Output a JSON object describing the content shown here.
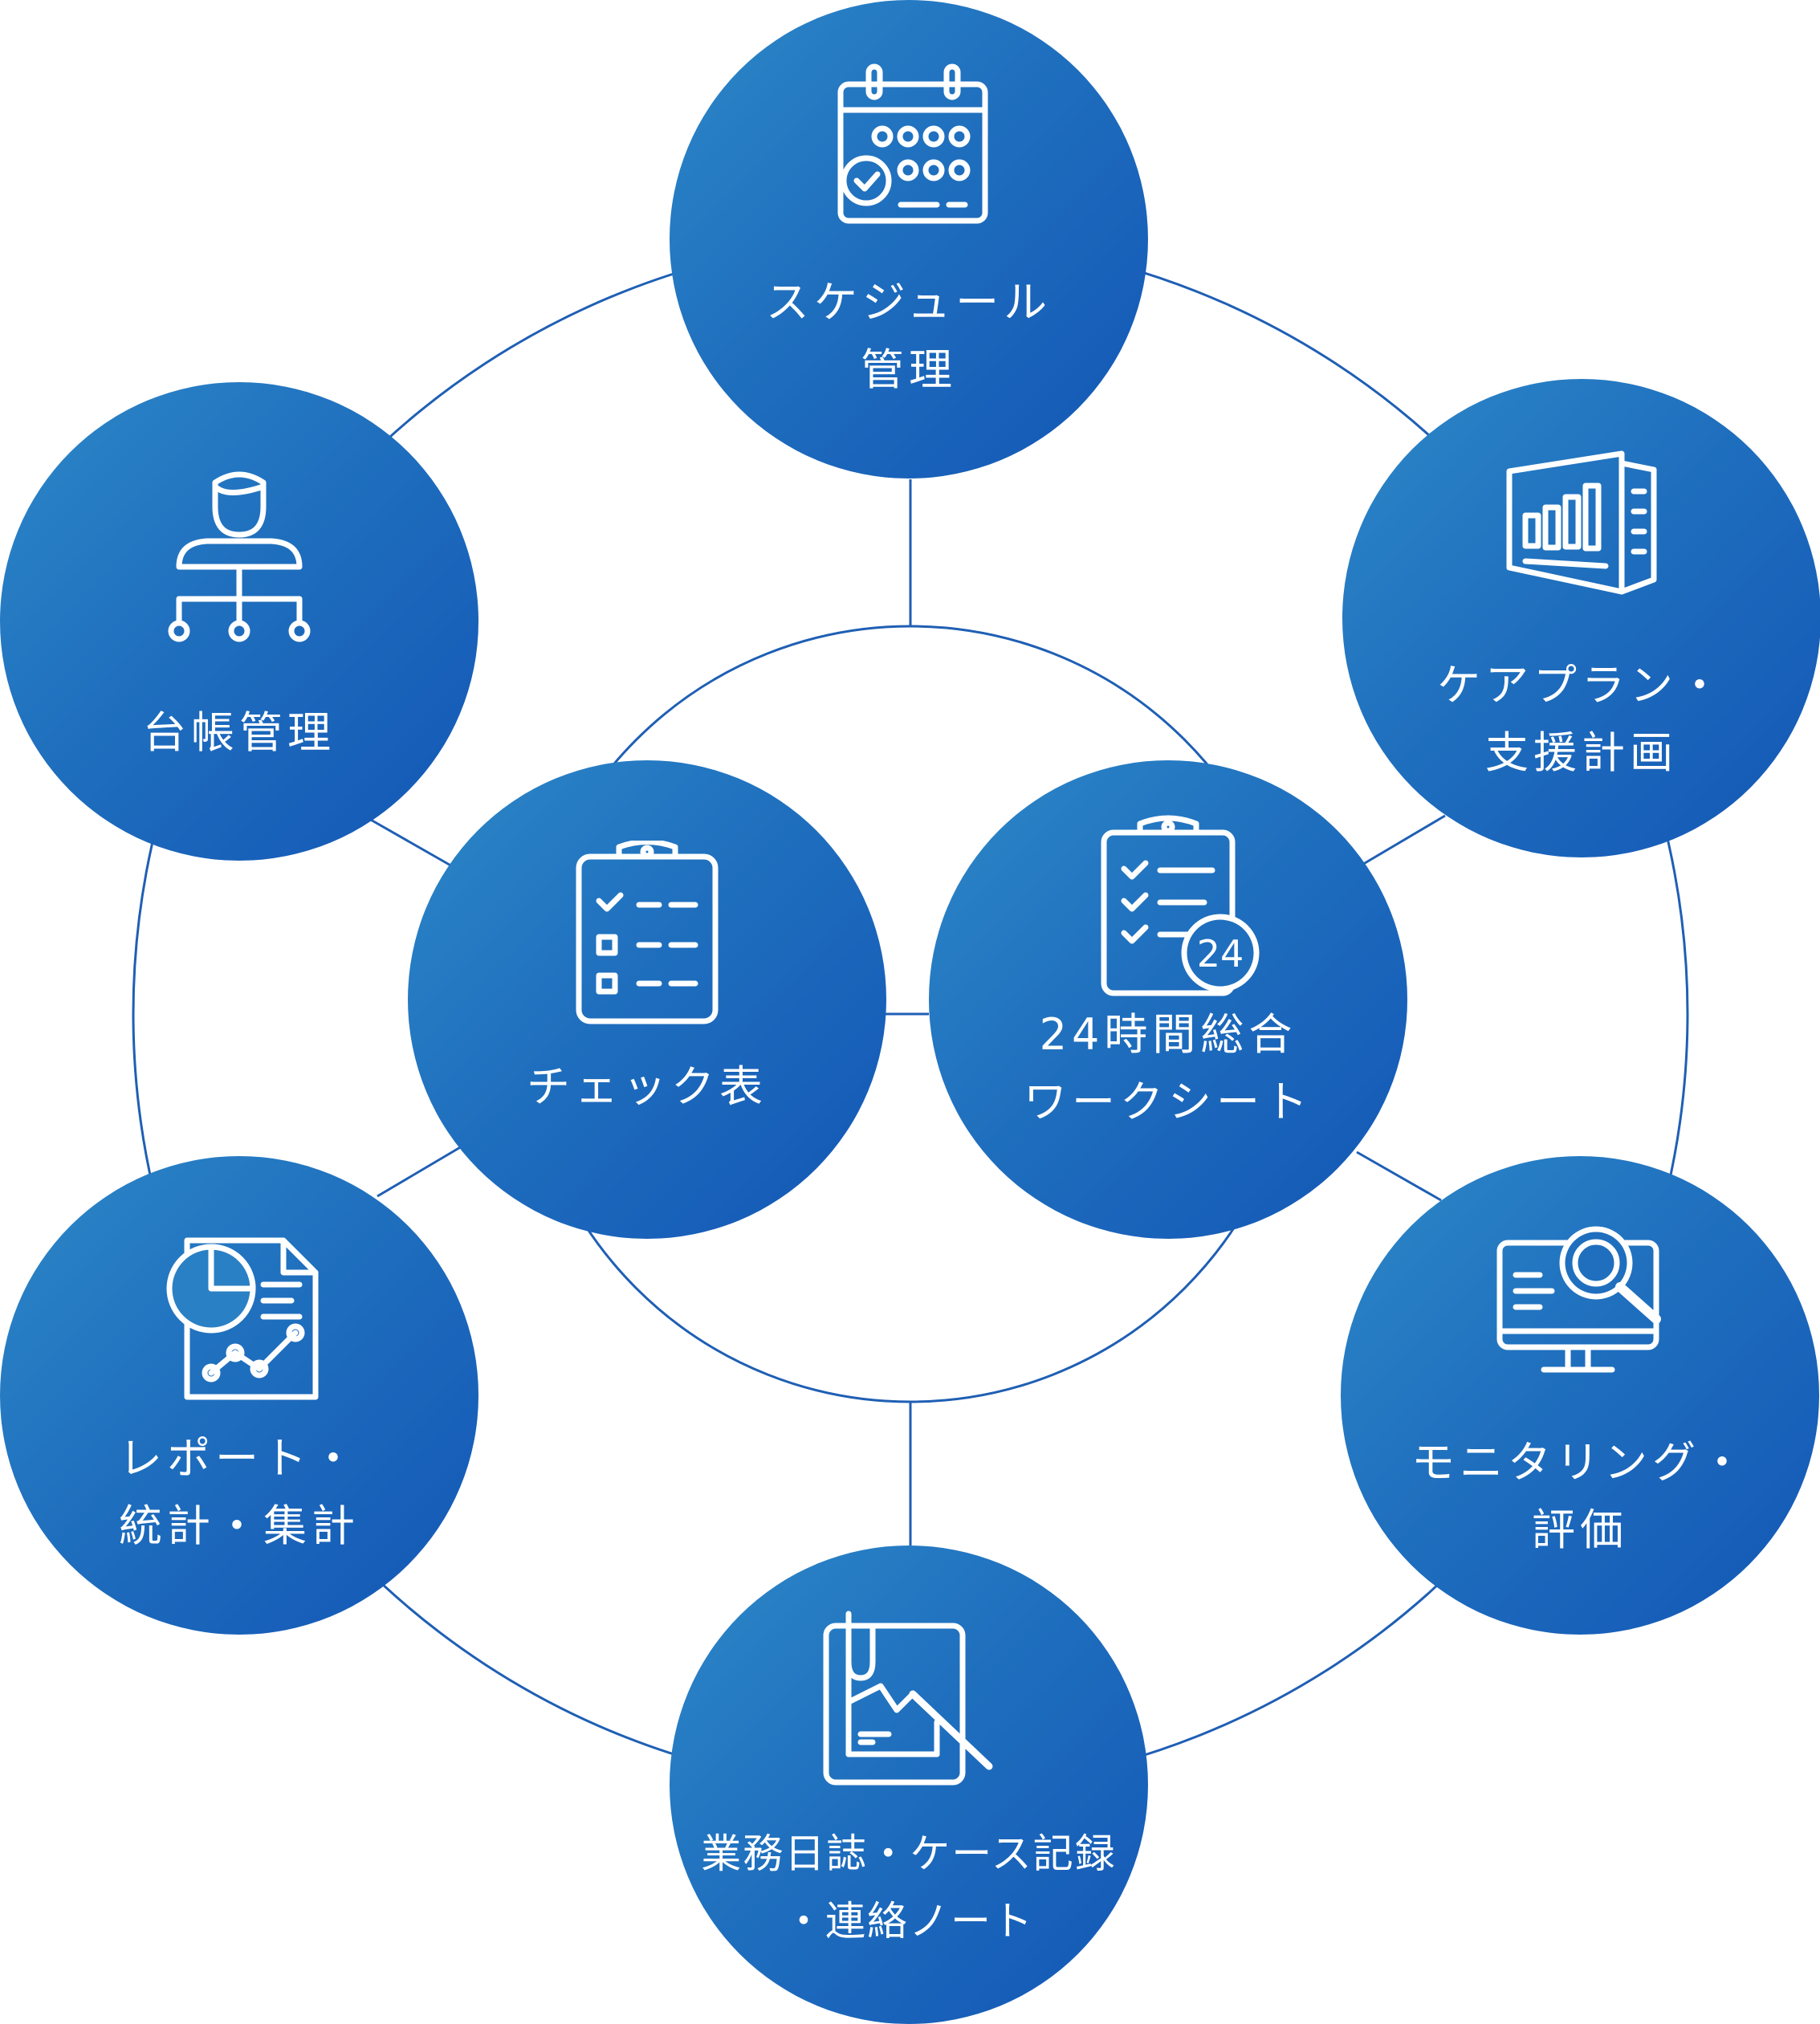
{
  "colors": {
    "line": "#1f5fb4",
    "node_start": "#2d88c8",
    "node_end": "#1356b6",
    "text": "#ffffff"
  },
  "nodes": [
    {
      "key": "schedule",
      "icon": "calendar-check-icon",
      "lines": [
        "スケジュール",
        "管理"
      ]
    },
    {
      "key": "careplan",
      "icon": "bar-chart-document-icon",
      "lines": [
        "ケアプラン・",
        "支援計画"
      ]
    },
    {
      "key": "monitoring",
      "icon": "monitor-search-icon",
      "lines": [
        "モニタリング・",
        "評価"
      ]
    },
    {
      "key": "journal",
      "icon": "clipboard-pencil-icon",
      "lines": [
        "業務日誌・ケース記録",
        "・連絡ノート"
      ]
    },
    {
      "key": "report",
      "icon": "report-pie-chart-icon",
      "lines": [
        "レポート・",
        "統計・集計"
      ]
    },
    {
      "key": "ledger",
      "icon": "person-hierarchy-icon",
      "lines": [
        "台帳管理"
      ]
    },
    {
      "key": "checklist",
      "icon": "checklist-icon",
      "lines": [
        "チェック表"
      ]
    },
    {
      "key": "worksheet",
      "icon": "clipboard-24-icon",
      "icon_text": "24",
      "lines": [
        "24時間総合",
        "ワークシート"
      ]
    }
  ]
}
